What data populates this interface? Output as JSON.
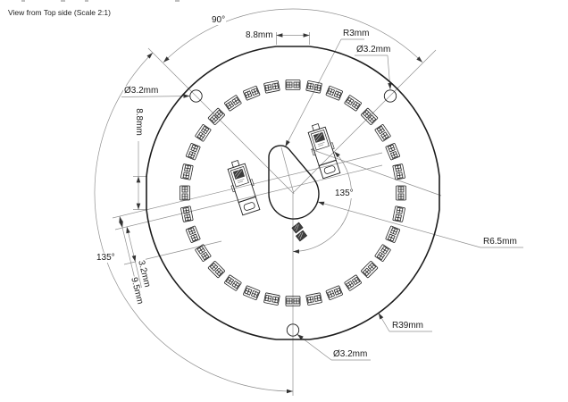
{
  "title": "View from Top side (Scale 2:1)",
  "dims": {
    "angle_top": "90°",
    "flat_top": "8.8mm",
    "radius_notch": "R3mm",
    "hole_top_right": "Ø3.2mm",
    "hole_top_left": "Ø3.2mm",
    "flat_left": "8.8mm",
    "angle_center": "135°",
    "angle_bottom_left": "135°",
    "connector_offset": "3.2mm",
    "connector_spacing": "9.5mm",
    "radius_center_hole": "R6.5mm",
    "radius_board": "R39mm",
    "hole_bottom": "Ø3.2mm"
  },
  "board": {
    "led_count": 32,
    "mounting_hole_count": 3
  },
  "colors": {
    "part_line": "#1c1c1c",
    "dimension_line": "#8f8f8f",
    "text": "#1a1a1a",
    "background": "#ffffff"
  }
}
